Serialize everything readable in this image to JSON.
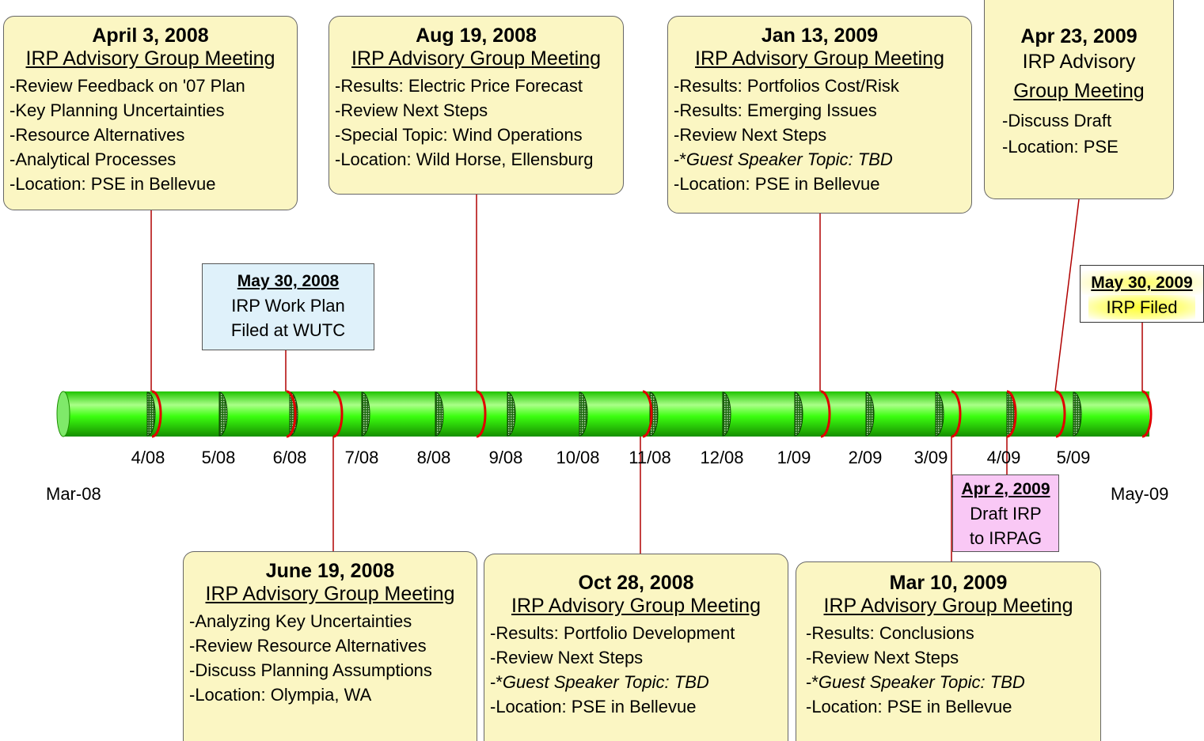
{
  "timeline": {
    "start_label": "Mar-08",
    "end_label": "May-09",
    "months": [
      "4/08",
      "5/08",
      "6/08",
      "7/08",
      "8/08",
      "9/08",
      "10/08",
      "11/08",
      "12/08",
      "1/09",
      "2/09",
      "3/09",
      "4/09",
      "5/09"
    ],
    "tube_color": "#33ff00",
    "marker_color": "#e00000"
  },
  "meetings": [
    {
      "date": "April 3, 2008",
      "title": "IRP Advisory Group Meeting",
      "items": [
        "-Review Feedback on '07 Plan",
        "-Key Planning Uncertainties",
        "-Resource Alternatives",
        "-Analytical Processes",
        "-Location: PSE in Bellevue"
      ]
    },
    {
      "date": "Aug 19, 2008",
      "title": "IRP Advisory Group Meeting",
      "items": [
        "-Results: Electric Price Forecast",
        "-Review Next Steps",
        "-Special Topic:  Wind Operations",
        "-Location: Wild Horse, Ellensburg"
      ]
    },
    {
      "date": "Jan 13, 2009",
      "title": "IRP Advisory Group Meeting",
      "items": [
        "-Results: Portfolios Cost/Risk",
        "-Results:  Emerging Issues",
        "-Review Next Steps"
      ],
      "italic_prefix": "-*",
      "italic_item": "Guest Speaker Topic:  TBD",
      "last_item": "-Location: PSE in Bellevue"
    },
    {
      "date": "Apr 23, 2009",
      "title_line1": "IRP Advisory",
      "title_line2": "Group Meeting",
      "items": [
        "-Discuss Draft",
        "-Location: PSE"
      ]
    },
    {
      "date": "June 19, 2008",
      "title": "IRP Advisory Group Meeting",
      "items": [
        "-Analyzing Key Uncertainties",
        "-Review Resource Alternatives",
        "-Discuss Planning Assumptions",
        "-Location:  Olympia, WA"
      ]
    },
    {
      "date": "Oct 28, 2008",
      "title": "IRP Advisory Group Meeting",
      "items": [
        "-Results: Portfolio Development",
        "-Review Next Steps"
      ],
      "italic_prefix": "-*",
      "italic_item": "Guest Speaker Topic:  TBD",
      "last_item": "-Location: PSE in Bellevue"
    },
    {
      "date": "Mar 10, 2009",
      "title": "IRP Advisory Group Meeting",
      "items": [
        "-Results: Conclusions",
        "-Review Next Steps"
      ],
      "italic_prefix": "-*",
      "italic_item": "Guest Speaker Topic:  TBD",
      "last_item": "-Location: PSE in Bellevue"
    }
  ],
  "milestones": [
    {
      "date": "May 30, 2008",
      "line1": "IRP Work Plan",
      "line2": "Filed at WUTC",
      "color": "#dff1fa"
    },
    {
      "date": "Apr 2, 2009",
      "line1": "Draft IRP",
      "line2": "to IRPAG",
      "color": "#f9c8f5"
    },
    {
      "date": "May 30, 2009",
      "line1": "IRP Filed",
      "highlight": "#ffff66"
    }
  ]
}
